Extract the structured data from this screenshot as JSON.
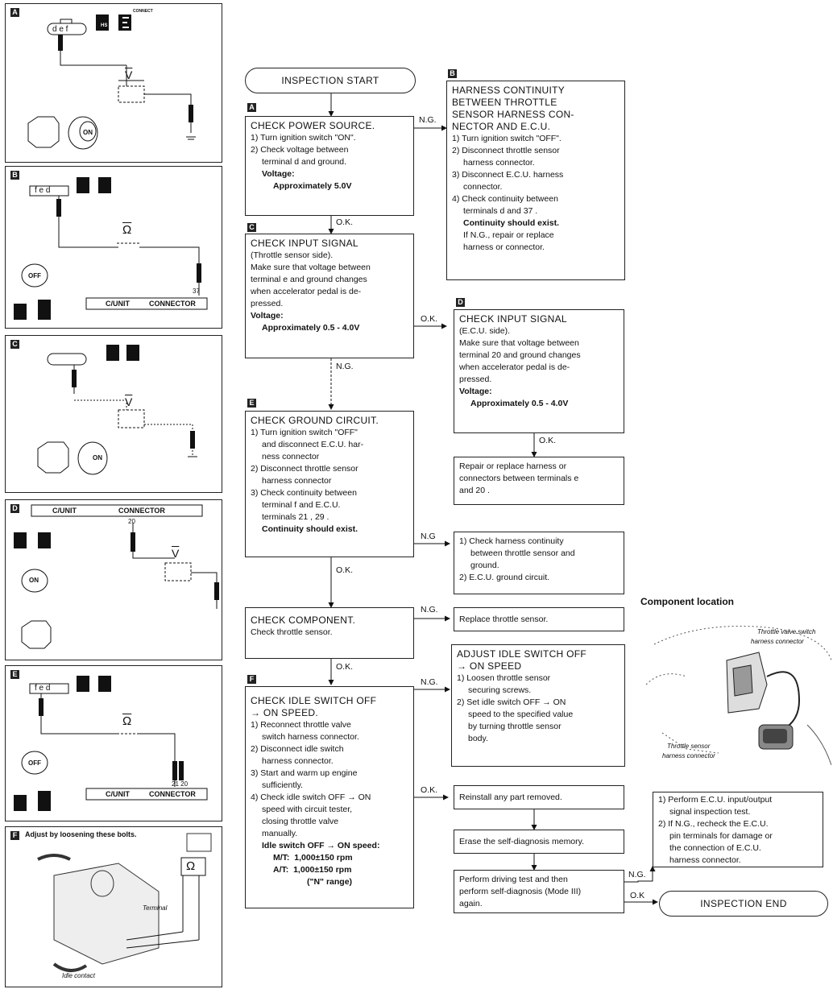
{
  "flow": {
    "start": "INSPECTION START",
    "end": "INSPECTION END",
    "ok": "O.K.",
    "ok_plain": "O.K",
    "ng": "N.G.",
    "ng_plain": "N.G"
  },
  "tags": {
    "a": "A",
    "b": "B",
    "c": "C",
    "d": "D",
    "e": "E",
    "f": "F"
  },
  "steps": {
    "a": {
      "title": "CHECK POWER SOURCE.",
      "l1": "1) Turn ignition switch \"ON\".",
      "l2": "2) Check voltage between",
      "l3": "terminal  d  and ground.",
      "label": "Voltage:",
      "value": "Approximately 5.0V"
    },
    "b": {
      "t1": "HARNESS CONTINUITY",
      "t2": "BETWEEN THROTTLE",
      "t3": "SENSOR HARNESS CON-",
      "t4": "NECTOR AND E.C.U.",
      "l1": "1) Turn ignition switch \"OFF\".",
      "l2": "2) Disconnect throttle sensor",
      "l3": "harness connector.",
      "l4": "3) Disconnect E.C.U. harness",
      "l5": "connector.",
      "l6": "4) Check continuity between",
      "l7": "terminals  d  and  37 .",
      "bold": "Continuity should exist.",
      "l8": "If N.G., repair or replace",
      "l9": "harness or connector."
    },
    "c": {
      "title": "CHECK INPUT SIGNAL",
      "l1": "(Throttle sensor side).",
      "l2": "Make sure that voltage between",
      "l3": "terminal  e  and ground changes",
      "l4": "when accelerator pedal is de-",
      "l5": "pressed.",
      "label": "Voltage:",
      "value": "Approximately 0.5 - 4.0V"
    },
    "d": {
      "title": "CHECK INPUT SIGNAL",
      "l1": "(E.C.U. side).",
      "l2": "Make sure that voltage between",
      "l3": "terminal  20  and ground changes",
      "l4": "when accelerator pedal is de-",
      "l5": "pressed.",
      "label": "Voltage:",
      "value": "Approximately 0.5 - 4.0V"
    },
    "repair": {
      "l1": "Repair or replace harness or",
      "l2": "connectors between terminals  e",
      "l3": "and  20 ."
    },
    "e": {
      "title": "CHECK GROUND CIRCUIT.",
      "l1": "1) Turn ignition switch \"OFF\"",
      "l2": "and disconnect E.C.U. har-",
      "l3": "ness connector",
      "l4": "2) Disconnect throttle sensor",
      "l5": "harness connector",
      "l6": "3) Check continuity between",
      "l7": "terminal  f  and E.C.U.",
      "l8": "terminals  21 ,  29 .",
      "bold": "Continuity should exist."
    },
    "harness": {
      "l1": "1) Check harness continuity",
      "l2": "between throttle sensor and",
      "l3": "ground.",
      "l4": "2) E.C.U. ground circuit."
    },
    "component": {
      "title": "CHECK COMPONENT.",
      "l1": "Check throttle sensor."
    },
    "replace": "Replace throttle sensor.",
    "adjust": {
      "t1": "ADJUST IDLE SWITCH OFF",
      "t2": "→ ON SPEED",
      "l1": "1) Loosen throttle sensor",
      "l2": "securing screws.",
      "l3": "2) Set idle switch OFF → ON",
      "l4": "speed to the specified value",
      "l5": "by turning throttle sensor",
      "l6": "body."
    },
    "f": {
      "t1": "CHECK IDLE SWITCH OFF",
      "t2": "→ ON SPEED.",
      "l1": "1) Reconnect throttle valve",
      "l2": "switch harness connector.",
      "l3": "2) Disconnect idle switch",
      "l4": "harness connector.",
      "l5": "3) Start and warm up engine",
      "l6": "sufficiently.",
      "l7": "4) Check idle switch OFF → ON",
      "l8": "speed with circuit tester,",
      "l9": "closing throttle valve",
      "l10": "manually.",
      "bold": "Idle switch OFF → ON speed:",
      "mt_label": "M/T:",
      "mt_value": "1,000±150 rpm",
      "at_label": "A/T:",
      "at_value": "1,000±150 rpm",
      "range": "(\"N\" range)"
    },
    "reinstall": "Reinstall any part removed.",
    "erase": "Erase the self-diagnosis memory.",
    "drive": {
      "l1": "Perform driving test and then",
      "l2": "perform self-diagnosis (Mode III)",
      "l3": "again."
    },
    "ecu_test": {
      "l1": "1) Perform E.C.U. input/output",
      "l2": "signal inspection test.",
      "l3": "2) If N.G., recheck the E.C.U.",
      "l4": "pin terminals for damage or",
      "l5": "the connection of E.C.U.",
      "l6": "harness connector."
    }
  },
  "component_location": {
    "title": "Component location",
    "label1": "Throttle valve switch",
    "label2": "harness connector",
    "label3": "Throttle sensor",
    "label4": "harness connector"
  },
  "panels": {
    "connect": "CONNECT",
    "hs": "HS",
    "volt": "V",
    "ohm": "Ω",
    "on": "ON",
    "off": "OFF",
    "def": "d e f",
    "fed": "f e d",
    "cunit": "C/UNIT",
    "connector": "CONNECTOR",
    "t37": "37",
    "t20": "20",
    "t2120": "21 20",
    "adjust_note": "Adjust by loosening these bolts.",
    "terminal": "Terminal",
    "idle_contact": "Idle contact"
  },
  "colors": {
    "ink": "#111111",
    "paper": "#ffffff"
  }
}
